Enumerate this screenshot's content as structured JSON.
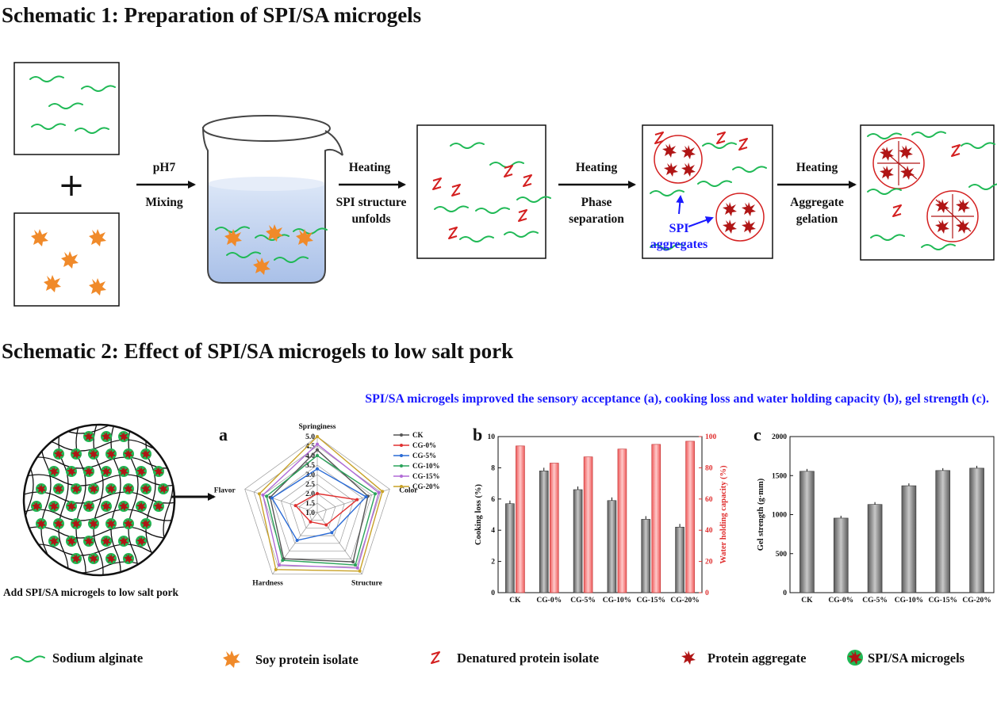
{
  "schematic1": {
    "title": "Schematic 1: Preparation of SPI/SA microgels",
    "plus": "+",
    "step1": {
      "top": "pH7",
      "bottom": "Mixing"
    },
    "step2": {
      "top": "Heating",
      "line2": "SPI structure",
      "line3": "unfolds"
    },
    "step3": {
      "top": "Heating",
      "line2": "Phase",
      "line3": "separation"
    },
    "step4": {
      "top": "Heating",
      "line2": "Aggregate",
      "line3": "gelation"
    },
    "aggregates_label": {
      "line1": "SPI",
      "line2": "aggregates"
    }
  },
  "schematic2": {
    "title": "Schematic 2: Effect of SPI/SA microgels to low salt pork",
    "subtitle": "SPI/SA microgels improved the sensory acceptance (a), cooking loss and water holding capacity (b), gel strength (c).",
    "circle_caption": "Add SPI/SA microgels to low salt pork"
  },
  "legend": {
    "sodium_alginate": "Sodium alginate",
    "soy_protein_isolate": "Soy protein isolate",
    "denatured_protein": "Denatured protein isolate",
    "protein_aggregate": "Protein aggregate",
    "spi_sa_microgels": "SPI/SA microgels"
  },
  "colors": {
    "alginate": "#1fb955",
    "spi": "#f08a2a",
    "denatured": "#d42020",
    "aggregate": "#b01515",
    "arrow_blue": "#1a1aff",
    "bar_grey": "#8a8a8a",
    "bar_red": "#f06060"
  },
  "chart_data": [
    {
      "panel": "a",
      "type": "radar",
      "axes": [
        "Springiness",
        "Color",
        "Structure",
        "Hardness",
        "Flavor"
      ],
      "ticks": [
        "1.0",
        "1.5",
        "2.0",
        "2.5",
        "3.0",
        "3.5",
        "4.0",
        "4.5",
        "5.0"
      ],
      "range": [
        1.0,
        5.0
      ],
      "series": [
        {
          "name": "CK",
          "color": "#555555",
          "values": [
            4.3,
            3.8,
            4.2,
            4.0,
            3.6
          ]
        },
        {
          "name": "CG-0%",
          "color": "#e03030",
          "values": [
            2.0,
            3.2,
            1.8,
            1.6,
            2.2
          ]
        },
        {
          "name": "CG-5%",
          "color": "#2a6bd6",
          "values": [
            3.3,
            3.7,
            2.3,
            2.8,
            3.5
          ]
        },
        {
          "name": "CG-10%",
          "color": "#2aa35a",
          "values": [
            4.0,
            4.2,
            4.4,
            4.1,
            3.8
          ]
        },
        {
          "name": "CG-15%",
          "color": "#b06ad6",
          "values": [
            4.6,
            4.4,
            4.6,
            4.4,
            4.0
          ]
        },
        {
          "name": "CG-20%",
          "color": "#c9a227",
          "values": [
            5.0,
            4.6,
            4.8,
            4.7,
            4.2
          ]
        }
      ]
    },
    {
      "panel": "b",
      "type": "bar",
      "categories": [
        "CK",
        "CG-0%",
        "CG-5%",
        "CG-10%",
        "CG-15%",
        "CG-20%"
      ],
      "ylabel": "Cooking loss (%)",
      "y2label": "Water holding capacity (%)",
      "ylim": [
        0,
        10
      ],
      "y2lim": [
        0,
        100
      ],
      "yticks": [
        "0",
        "2",
        "4",
        "6",
        "8",
        "10"
      ],
      "y2ticks": [
        "0",
        "20",
        "40",
        "60",
        "80",
        "100"
      ],
      "series": [
        {
          "axis": "left",
          "values": [
            5.7,
            7.8,
            6.6,
            5.9,
            4.7,
            4.2
          ]
        },
        {
          "axis": "right",
          "values": [
            94,
            83,
            87,
            92,
            95,
            97
          ]
        }
      ]
    },
    {
      "panel": "c",
      "type": "bar",
      "categories": [
        "CK",
        "CG-0%",
        "CG-5%",
        "CG-10%",
        "CG-15%",
        "CG-20%"
      ],
      "ylabel": "Gel strength (g·mm)",
      "ylim": [
        0,
        2000
      ],
      "yticks": [
        "0",
        "500",
        "1000",
        "1500",
        "2000"
      ],
      "values": [
        1555,
        955,
        1130,
        1370,
        1565,
        1595
      ]
    }
  ]
}
